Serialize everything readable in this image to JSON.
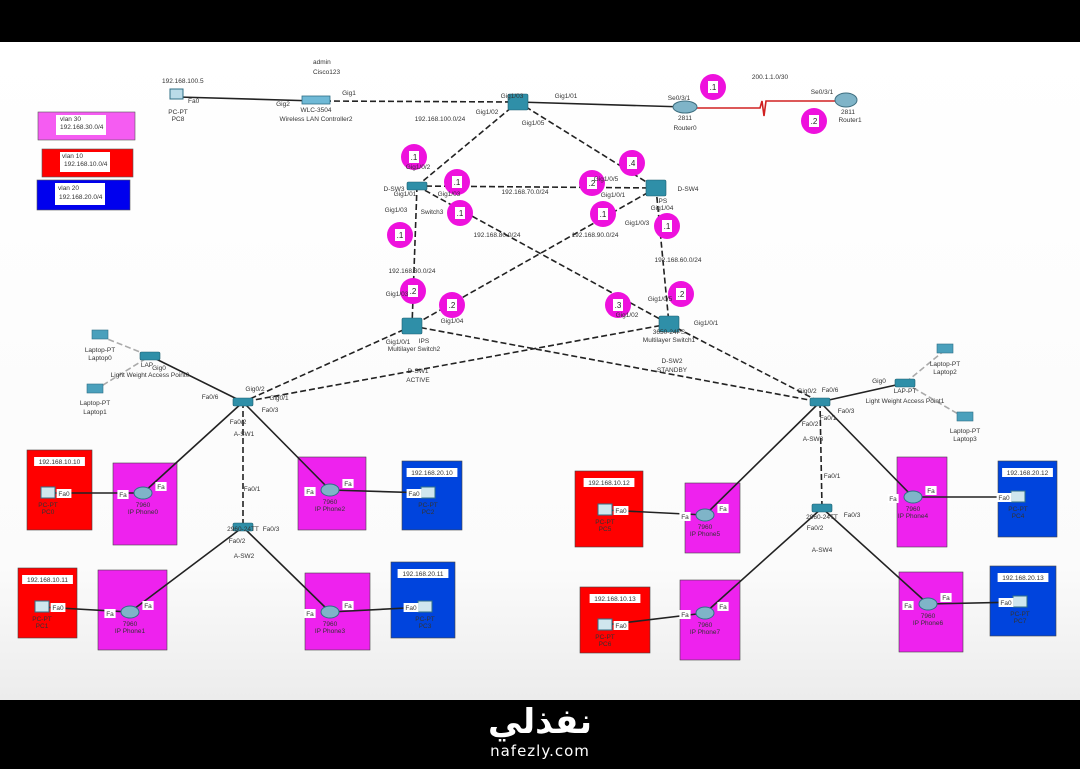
{
  "legend": [
    {
      "vlan": "vlan 30",
      "subnet": "192.168.30.0/4",
      "color": "#f55cf2"
    },
    {
      "vlan": "vlan 10",
      "subnet": "192.168.10.0/4",
      "color": "#ff0000"
    },
    {
      "vlan": "vlan 20",
      "subnet": "192.168.20.0/4",
      "color": "#0000ee"
    }
  ],
  "pc8": {
    "ip": "192.168.100.5",
    "port": "Fa0",
    "model": "PC-PT",
    "name": "PC8"
  },
  "wlc": {
    "user": "admin",
    "password": "Cisco123",
    "port_a": "Gig2",
    "port_b": "Gig1",
    "model": "WLC-3504",
    "name": "Wireless LAN Controller2"
  },
  "core": {
    "p1": "Gig1/03",
    "p2": "Gig1/01",
    "p3": "Gig1/02",
    "p4": "Gig1/05",
    "subnet": "192.168.100.0/24"
  },
  "router0": {
    "port": "Se0/3/1",
    "model": "2811",
    "name": "Router0"
  },
  "router1": {
    "subnet": "200.1.1.0/30",
    "port": "Se0/3/1",
    "model": "2811",
    "name": "Router1"
  },
  "dsw3": {
    "name": "D-SW3",
    "p1": "Gig1/0/2",
    "p2": "Gig1/01",
    "p3": "Gig1/03",
    "p4": "Gig1/03",
    "label": "Switch3"
  },
  "dsw4": {
    "name": "D-SW4",
    "p1": "Gig1/0/5",
    "p2": "Gig1/0/1",
    "p3": "Gig1/04",
    "p4": "Gig1/0/3",
    "model": "IPS"
  },
  "subnets": {
    "s70": "192.168.70.0/24",
    "s80": "192.168.80.0/24",
    "s90": "192.168.90.0/24",
    "s30": "192.168.30.0/24",
    "s60": "192.168.60.0/24"
  },
  "mls2": {
    "p1": "Gig1/03",
    "p2": "Gig1/04",
    "p3": "Gig1/0/1",
    "model": "IPS",
    "name": "Multilayer Switch2",
    "role": "D-SW1",
    "state": "ACTIVE"
  },
  "mls1": {
    "p1": "Gig1/0/5",
    "p2": "Gig1/02",
    "p3": "Gig1/0/1",
    "model": "3650-24PS",
    "name": "Multilayer Switch1",
    "role": "D-SW2",
    "state": "STANDBY"
  },
  "asw1": {
    "p1": "Fa0/6",
    "p2": "Gig0/2",
    "p3": "Gig0/1",
    "p4": "Fa0/3",
    "p5": "Fa0/2",
    "name": "A-SW1",
    "p6": "Fa0/1"
  },
  "asw2": {
    "model": "2960-24TT",
    "p1": "Fa0/3",
    "p2": "Fa0/2",
    "name": "A-SW2"
  },
  "asw3": {
    "p1": "Gig0/2",
    "p2": "Fa0/6",
    "p3": "Fa0/3",
    "p4": "Fa0/2",
    "p5": "Fa0/1",
    "name": "A-SW3",
    "p6": "Fa0/1"
  },
  "asw4": {
    "model": "2960-24TT",
    "p1": "Fa0/3",
    "p2": "Fa0/2",
    "name": "A-SW4"
  },
  "lap0": {
    "short": "LAP",
    "port": "Gig0",
    "name": "Light Weight Access Point0"
  },
  "lap1": {
    "port": "Gig0",
    "short": "LAP-PT",
    "name": "Light Weight Access Point1"
  },
  "laptops": [
    {
      "model": "Laptop-PT",
      "name": "Laptop0"
    },
    {
      "model": "Laptop-PT",
      "name": "Laptop1"
    },
    {
      "model": "Laptop-PT",
      "name": "Laptop2"
    },
    {
      "model": "Laptop-PT",
      "name": "Laptop3"
    }
  ],
  "hosts": [
    {
      "ip": "192.168.10.10",
      "port": "Fa0",
      "model": "PC-PT",
      "name": "PC0"
    },
    {
      "ip": "192.168.20.10",
      "port": "Fa0",
      "model": "PC-PT",
      "name": "PC2"
    },
    {
      "ip": "192.168.10.11",
      "port": "Fa0",
      "model": "PC-PT",
      "name": "PC1"
    },
    {
      "ip": "192.168.20.11",
      "port": "Fa0",
      "model": "PC-PT",
      "name": "PC3"
    },
    {
      "ip": "192.168.10.12",
      "port": "Fa0",
      "model": "PC-PT",
      "name": "PC5"
    },
    {
      "ip": "192.168.20.12",
      "port": "Fa0",
      "model": "PC-PT",
      "name": "PC4"
    },
    {
      "ip": "192.168.10.13",
      "port": "Fa0",
      "model": "PC-PT",
      "name": "PC6"
    },
    {
      "ip": "192.168.20.13",
      "port": "Fa0",
      "model": "PC-PT",
      "name": "PC7"
    }
  ],
  "phones": [
    {
      "pa": "Fa",
      "pb": "Fa",
      "model": "7960",
      "name": "IP Phone0"
    },
    {
      "pa": "Fa",
      "pb": "Fa",
      "model": "7960",
      "name": "IP Phone2"
    },
    {
      "pa": "Fa",
      "pb": "Fa",
      "model": "7960",
      "name": "IP Phone1"
    },
    {
      "pa": "Fa",
      "pb": "Fa",
      "model": "7960",
      "name": "IP Phone3"
    },
    {
      "pa": "Fa",
      "pb": "Fa",
      "model": "7960",
      "name": "IP Phone5"
    },
    {
      "pa": "Fa",
      "pb": "Fa",
      "model": "7960",
      "name": "IP Phone4"
    },
    {
      "pa": "Fa",
      "pb": "Fa",
      "model": "7960",
      "name": "IP Phone7"
    },
    {
      "pa": "Fa",
      "pb": "Fa",
      "model": "7960",
      "name": "IP Phone6"
    }
  ],
  "badges": [
    ".1",
    ".1",
    ".1",
    ".1",
    ".2",
    ".4",
    ".1",
    ".1",
    ".2",
    ".2",
    ".3",
    ".2",
    ".1",
    ".2"
  ],
  "colors": {
    "vlan10": "#ff0000",
    "vlan20": "#0044dd",
    "voice": "#ee22ee",
    "badge": "#ee11dd",
    "device": "#2f8fa8",
    "serial": "#d02020"
  },
  "watermark": {
    "arabic": "نفذلي",
    "latin": "nafezly.com"
  }
}
